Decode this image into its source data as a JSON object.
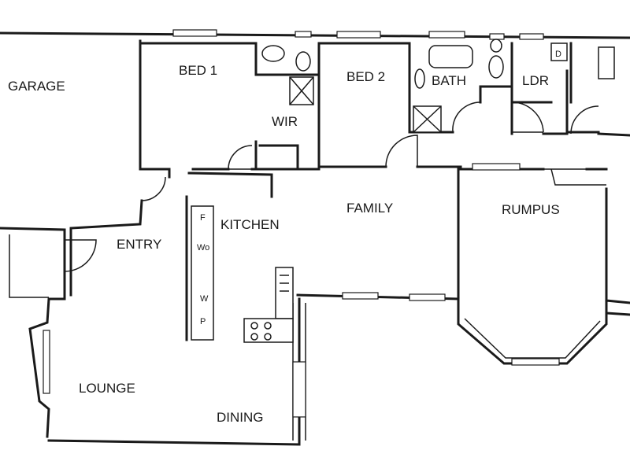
{
  "rooms": {
    "garage": "GARAGE",
    "bed1": "BED 1",
    "bed2": "BED 2",
    "bath": "BATH",
    "ldr": "LDR",
    "wir": "WIR",
    "kitchen": "KITCHEN",
    "family": "FAMILY",
    "rumpus": "RUMPUS",
    "entry": "ENTRY",
    "lounge": "LOUNGE",
    "dining": "DINING"
  },
  "fixtures": {
    "fridge": "F",
    "wall_oven": "Wo",
    "washer": "W",
    "pantry": "P",
    "dryer": "D"
  }
}
